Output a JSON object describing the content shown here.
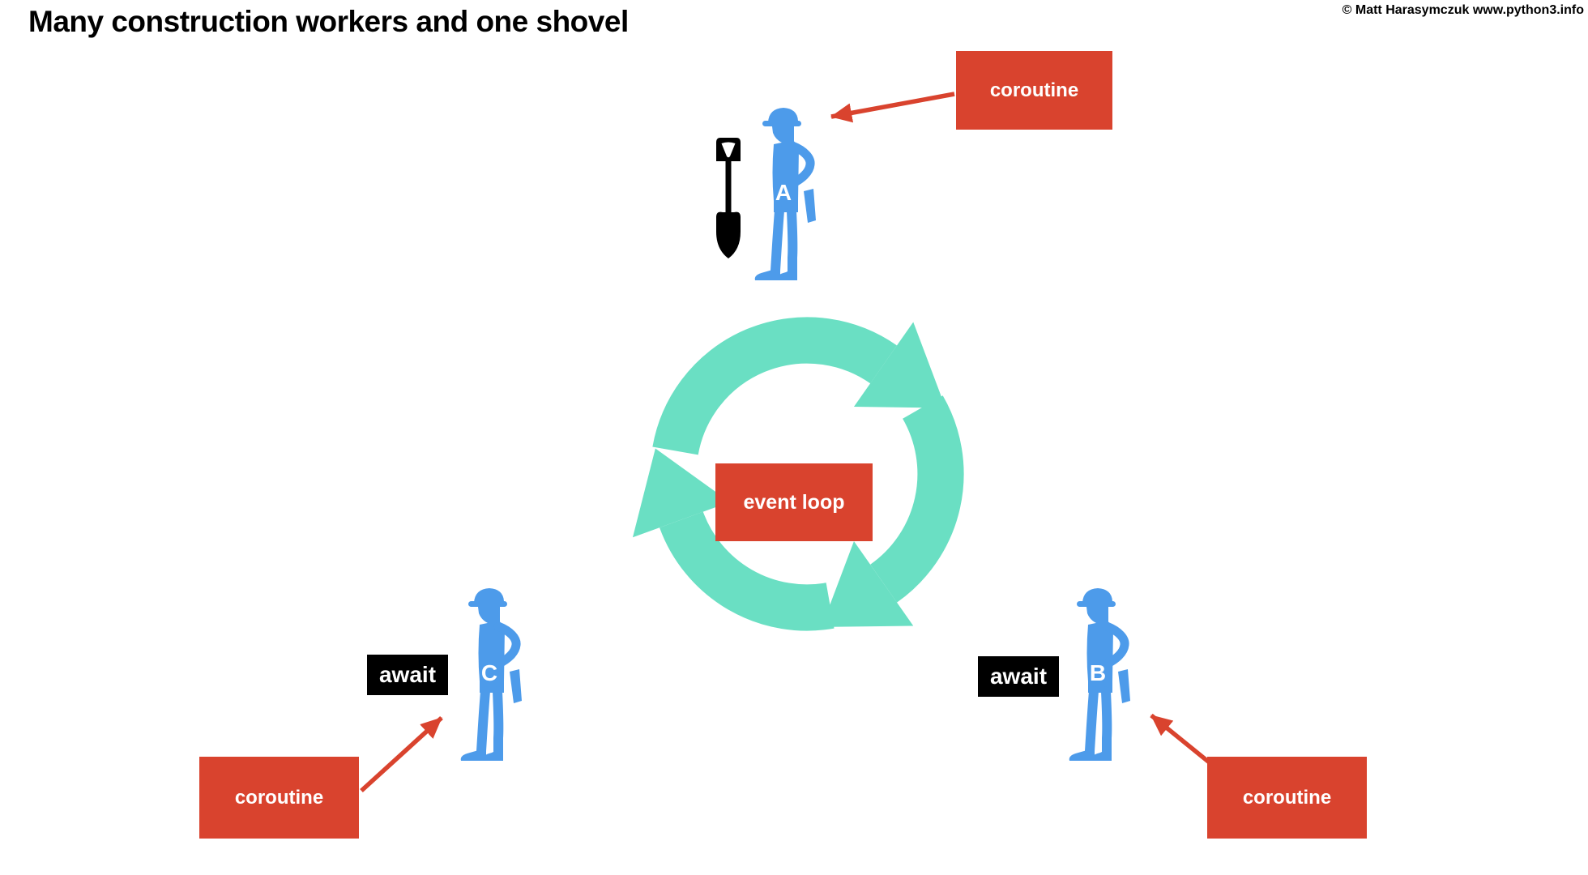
{
  "slide": {
    "title": "Many construction workers and one shovel",
    "copyright": "© Matt Harasymczuk www.python3.info"
  },
  "colors": {
    "accent_red": "#D9432E",
    "cycle_teal": "#6ADFC3",
    "worker_blue": "#4D9BEA",
    "await_black": "#000000",
    "text_white": "#FFFFFF"
  },
  "event_loop": {
    "label": "event loop"
  },
  "workers": [
    {
      "label": "A",
      "coroutine_label": "coroutine",
      "has_shovel": true
    },
    {
      "label": "B",
      "coroutine_label": "coroutine",
      "await_label": "await"
    },
    {
      "label": "C",
      "coroutine_label": "coroutine",
      "await_label": "await"
    }
  ],
  "icons": {
    "worker": "construction-worker-icon",
    "shovel": "shovel-icon",
    "cycle": "cycle-arrows-icon",
    "arrow": "red-arrow-icon"
  }
}
